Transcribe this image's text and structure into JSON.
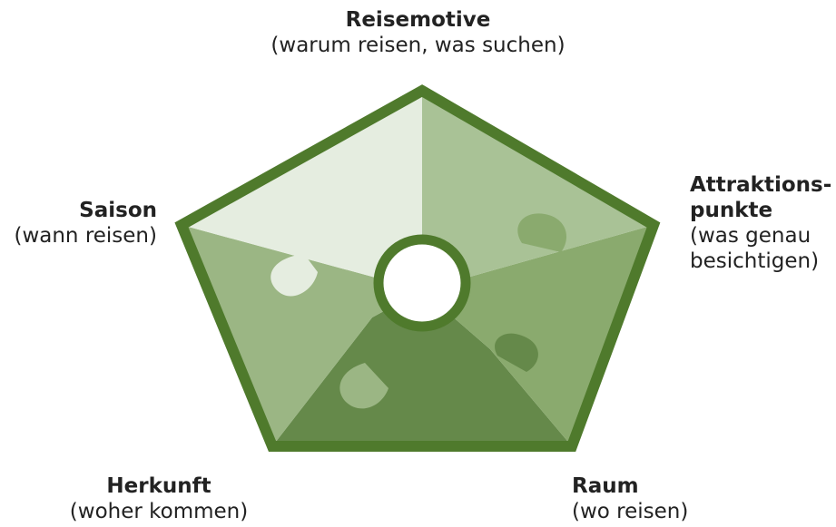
{
  "diagram": {
    "colors": {
      "border": "#4f7a2c",
      "segment_top": "#e5ede0",
      "segment_right": "#a9c296",
      "segment_lower_right": "#8aaa6e",
      "segment_bottom": "#65894a",
      "segment_left": "#9bb684",
      "center": "#ffffff"
    },
    "labels": {
      "top": {
        "title": "Reisemotive",
        "subtitle": "(warum reisen, was suchen)"
      },
      "left": {
        "title": "Saison",
        "subtitle": "(wann reisen)"
      },
      "right": {
        "title_line1": "Attraktions-",
        "title_line2": "punkte",
        "subtitle_line1": "(was genau",
        "subtitle_line2": "besichtigen)"
      },
      "bottom_left": {
        "title": "Herkunft",
        "subtitle": "(woher kommen)"
      },
      "bottom_right": {
        "title": "Raum",
        "subtitle": "(wo reisen)"
      }
    }
  }
}
